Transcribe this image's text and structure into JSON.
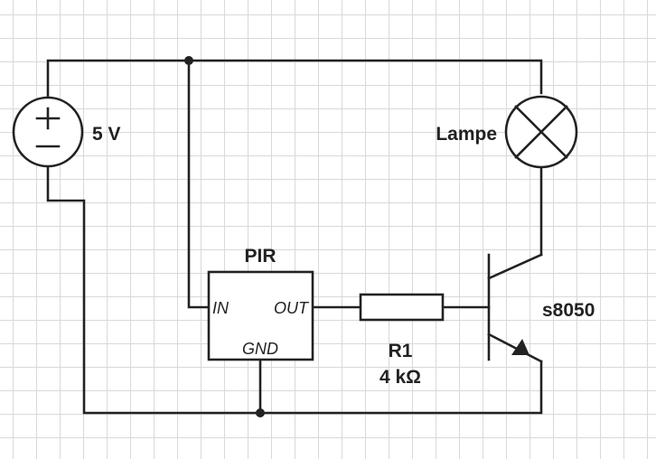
{
  "labels": {
    "source": "5 V",
    "lamp": "Lampe",
    "pir": "PIR",
    "resistor_name": "R1",
    "resistor_value": "4 kΩ",
    "transistor": "s8050"
  },
  "pins": {
    "in": "IN",
    "out": "OUT",
    "gnd": "GND"
  },
  "colors": {
    "wire": "#222222",
    "grid": "#d9d9d9",
    "background": "#ffffff"
  }
}
